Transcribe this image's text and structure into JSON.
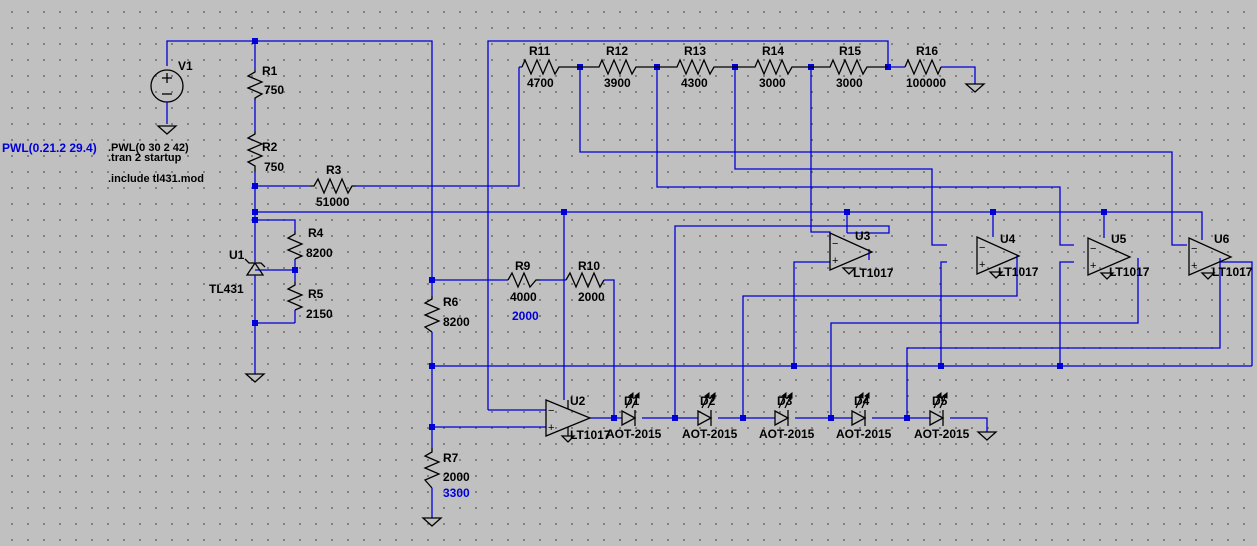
{
  "diagram": {
    "sources": [
      {
        "ref": "V1"
      }
    ],
    "source_labels": {
      "left": "PWL(0.21.2 29.4)",
      "value": ".PWL(0 30 2 42)"
    },
    "directives": [
      ".tran 2 startup",
      ".include tl431.mod"
    ],
    "resistors": [
      {
        "ref": "R1",
        "value": "750"
      },
      {
        "ref": "R2",
        "value": "750"
      },
      {
        "ref": "R3",
        "value": "51000"
      },
      {
        "ref": "R4",
        "value": "8200"
      },
      {
        "ref": "R5",
        "value": "2150"
      },
      {
        "ref": "R6",
        "value": "8200"
      },
      {
        "ref": "R7",
        "value": "2000",
        "alt_value": "3300"
      },
      {
        "ref": "R9",
        "value": "4000"
      },
      {
        "ref": "R10",
        "value": "2000",
        "alt_value": "2000"
      },
      {
        "ref": "R11",
        "value": "4700"
      },
      {
        "ref": "R12",
        "value": "3900"
      },
      {
        "ref": "R13",
        "value": "4300"
      },
      {
        "ref": "R14",
        "value": "3000"
      },
      {
        "ref": "R15",
        "value": "3000"
      },
      {
        "ref": "R16",
        "value": "100000"
      }
    ],
    "shunt": {
      "ref": "U1",
      "part": "TL431"
    },
    "opamps": [
      {
        "ref": "U2",
        "part": "LT1017"
      },
      {
        "ref": "U3",
        "part": "LT1017"
      },
      {
        "ref": "U4",
        "part": "LT1017"
      },
      {
        "ref": "U5",
        "part": "LT1017"
      },
      {
        "ref": "U6",
        "part": "LT1017"
      }
    ],
    "leds": [
      {
        "ref": "D1",
        "part": "AOT-2015"
      },
      {
        "ref": "D2",
        "part": "AOT-2015"
      },
      {
        "ref": "D3",
        "part": "AOT-2015"
      },
      {
        "ref": "D4",
        "part": "AOT-2015"
      },
      {
        "ref": "D5",
        "part": "AOT-2015"
      }
    ],
    "wire_color": "#0000d8",
    "component_color": "#000000",
    "background_color": "#c0c0c0"
  }
}
